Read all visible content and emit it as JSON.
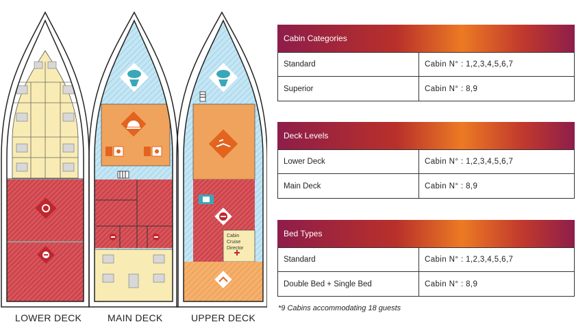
{
  "decks": [
    {
      "label": "LOWER DECK"
    },
    {
      "label": "MAIN DECK"
    },
    {
      "label": "UPPER DECK"
    }
  ],
  "upper_deck_room_label": [
    "Cabin",
    "Cruise",
    "Director"
  ],
  "colors": {
    "sea_blue": "#bfe3f2",
    "cabin_yellow": "#f7eab0",
    "engine_red": "#c9434a",
    "salon_orange": "#f0a35c",
    "icon_teal": "#3aa7b8"
  },
  "tables": [
    {
      "title": "Cabin Categories",
      "rows": [
        {
          "label": "Standard",
          "value": "Cabin N° : 1,2,3,4,5,6,7"
        },
        {
          "label": "Superior",
          "value": "Cabin N° : 8,9"
        }
      ]
    },
    {
      "title": "Deck Levels",
      "rows": [
        {
          "label": "Lower Deck",
          "value": "Cabin N° : 1,2,3,4,5,6,7"
        },
        {
          "label": "Main Deck",
          "value": "Cabin N° : 8,9"
        }
      ]
    },
    {
      "title": "Bed Types",
      "rows": [
        {
          "label": "Standard",
          "value": "Cabin N° : 1,2,3,4,5,6,7"
        },
        {
          "label": "Double Bed + Single Bed",
          "value": "Cabin N° : 8,9"
        }
      ]
    }
  ],
  "footnote": "*9 Cabins accommodating 18 guests"
}
